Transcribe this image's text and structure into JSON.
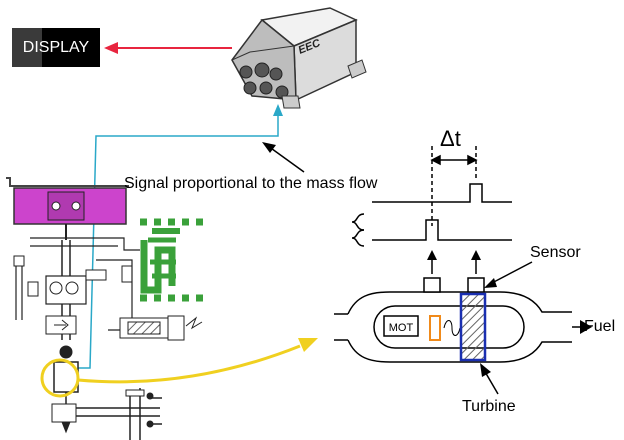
{
  "display": {
    "label": "DISPLAY"
  },
  "eec": {
    "label": "EEC"
  },
  "labels": {
    "signal": "Signal proportional to the mass flow",
    "delta_t": "Δt",
    "sensor": "Sensor",
    "fuel": "Fuel",
    "turbine": "Turbine",
    "mot": "MOT"
  },
  "colors": {
    "arrow_red": "#e8253f",
    "signal_line": "#2aa8c8",
    "callout_yellow": "#f0d020",
    "purple_block": "#cc44cc",
    "green_pipe": "#3aa13a",
    "turbine_blue": "#1a2fb0",
    "motor_orange": "#f08a1a"
  }
}
